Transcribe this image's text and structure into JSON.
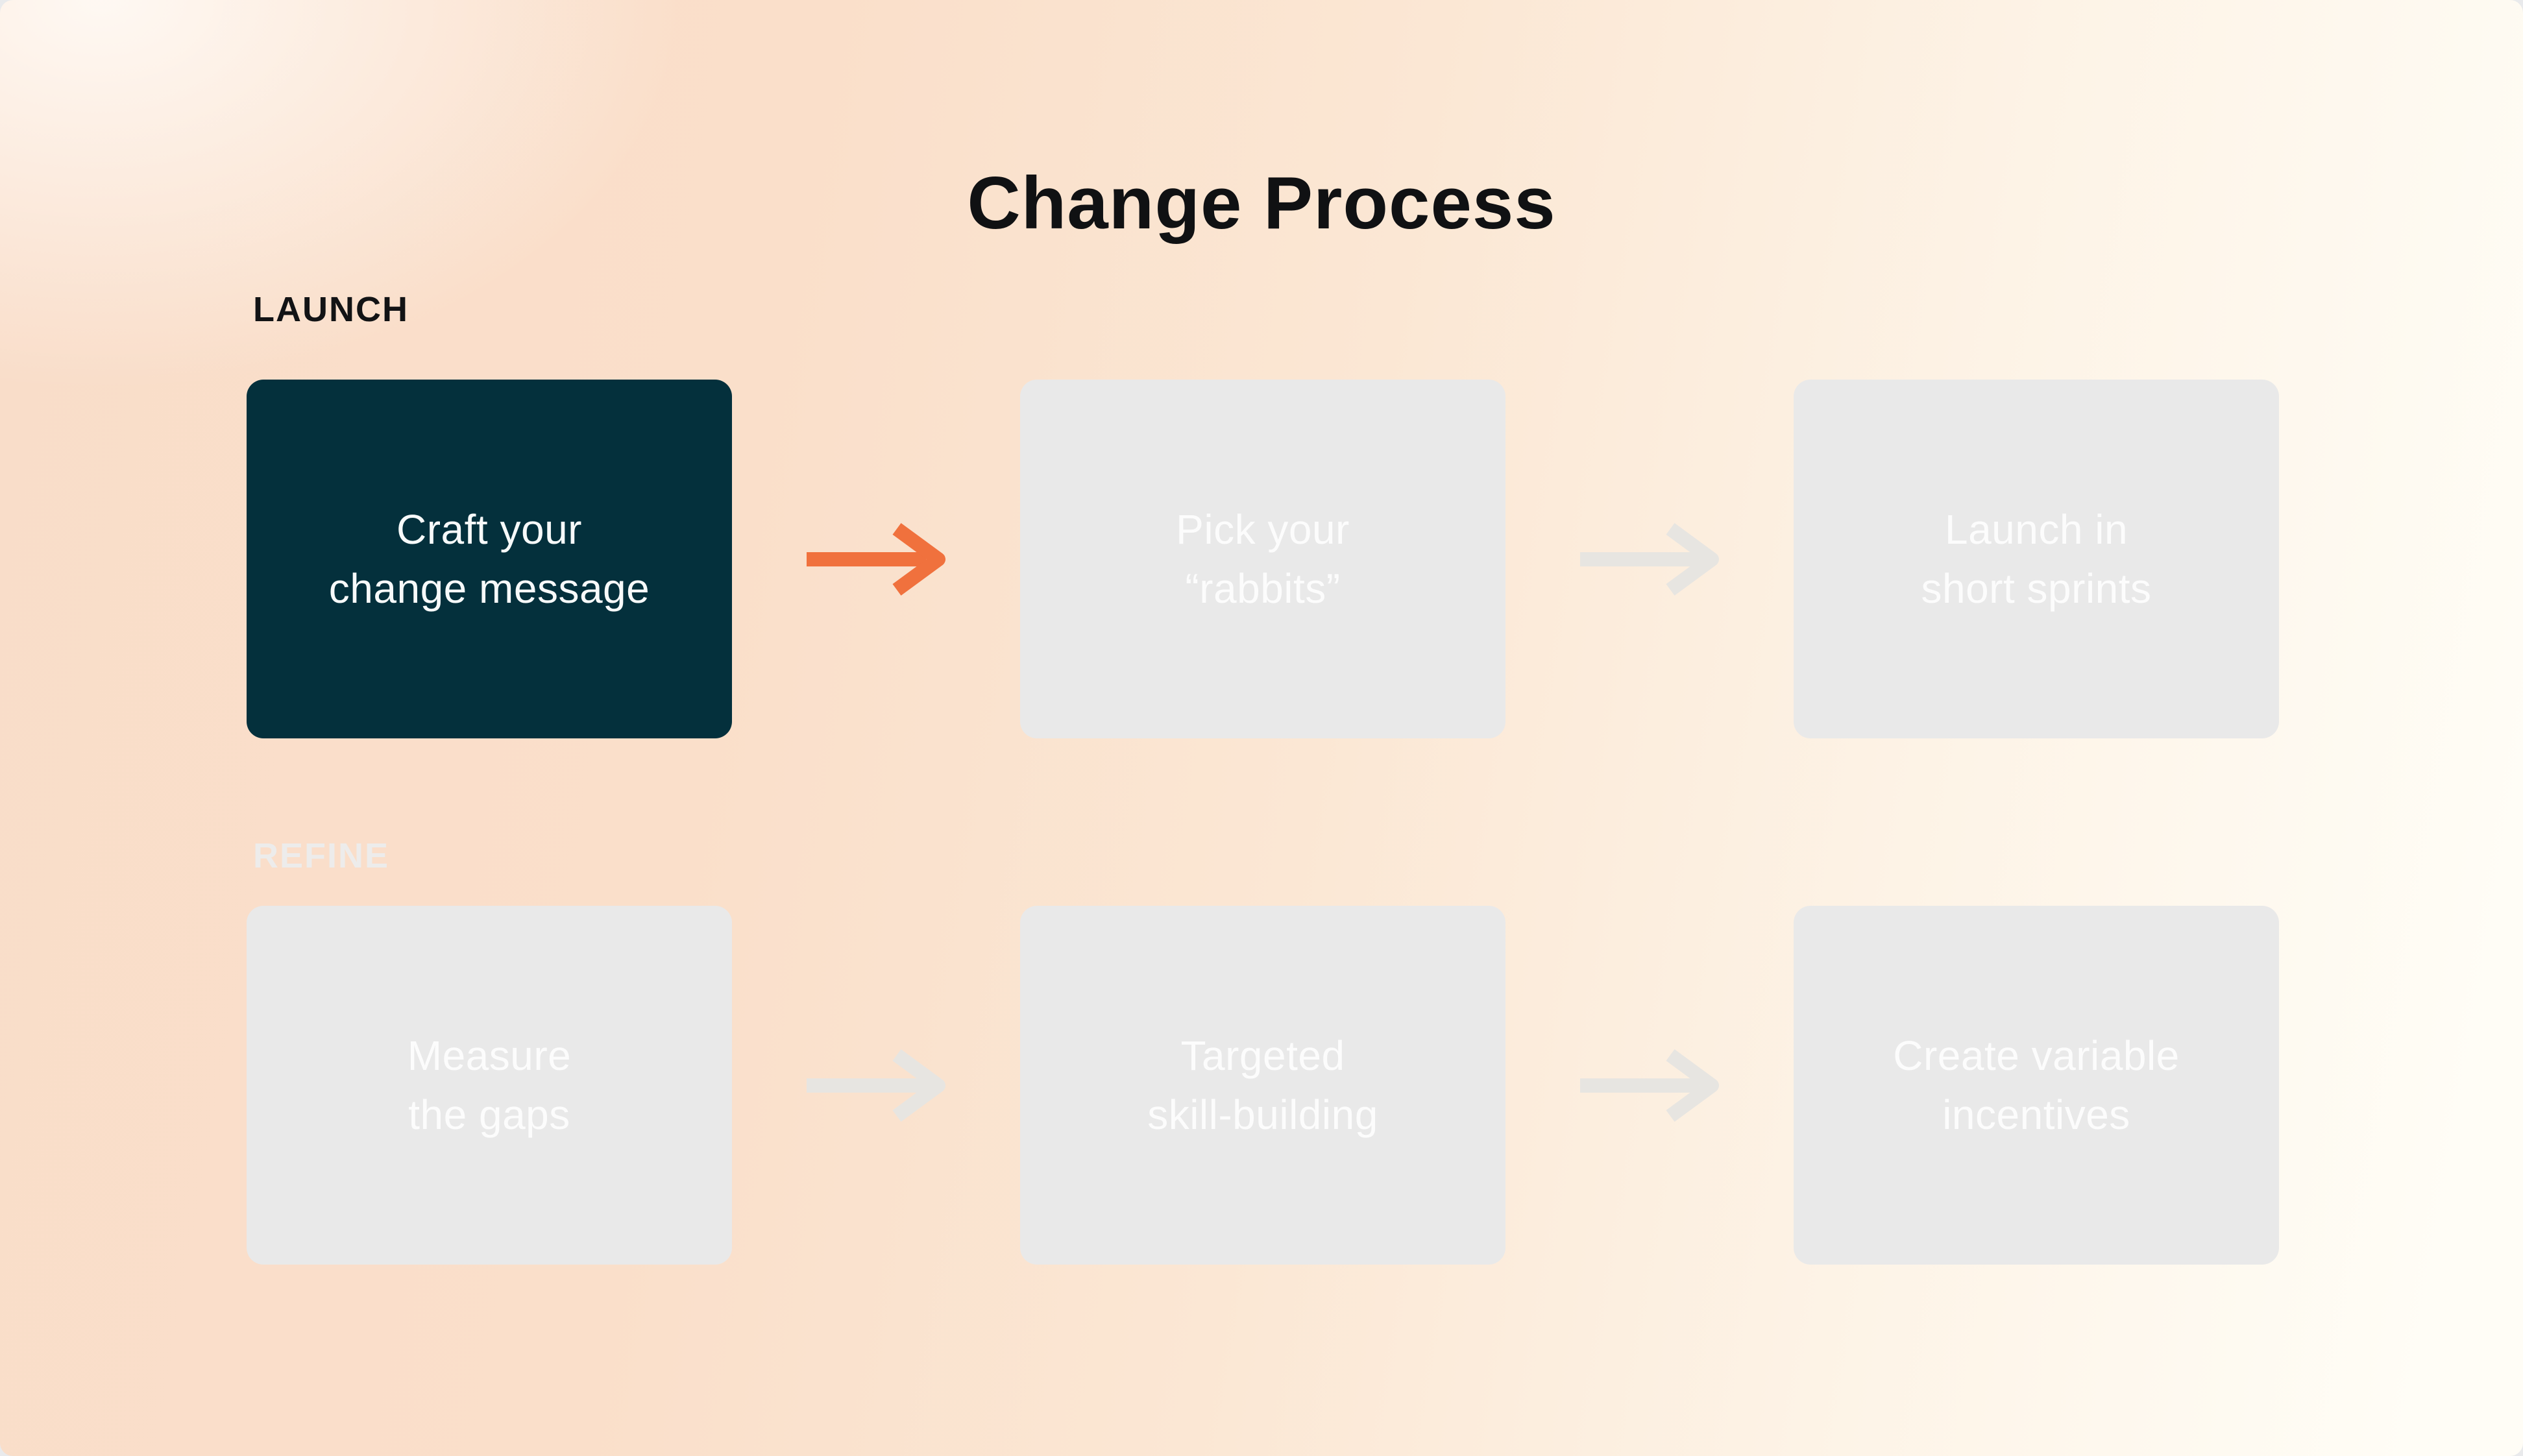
{
  "title": "Change Process",
  "rows": [
    {
      "label": "LAUNCH",
      "state": "active",
      "steps": [
        {
          "line1": "Craft your",
          "line2": "change message",
          "state": "active"
        },
        {
          "line1": "Pick your",
          "line2": "“rabbits”",
          "state": "inactive"
        },
        {
          "line1": "Launch in",
          "line2": "short sprints",
          "state": "inactive"
        }
      ],
      "arrows": [
        {
          "name": "arrow-craft-to-pick",
          "state": "active"
        },
        {
          "name": "arrow-pick-to-launch",
          "state": "inactive"
        }
      ]
    },
    {
      "label": "REFINE",
      "state": "inactive",
      "steps": [
        {
          "line1": "Measure",
          "line2": "the gaps",
          "state": "inactive"
        },
        {
          "line1": "Targeted",
          "line2": "skill-building",
          "state": "inactive"
        },
        {
          "line1": "Create variable",
          "line2": "incentives",
          "state": "inactive"
        }
      ],
      "arrows": [
        {
          "name": "arrow-measure-to-targeted",
          "state": "inactive"
        },
        {
          "name": "arrow-targeted-to-create",
          "state": "inactive"
        }
      ]
    }
  ],
  "colors": {
    "active_box": "#04303c",
    "inactive_box": "#e9e9e9",
    "active_arrow": "#f0713d",
    "inactive_arrow": "#e7e5e1",
    "title_text": "#101113",
    "active_label_text": "#121315",
    "inactive_label_text": "#edeceb",
    "active_box_text": "#f7fafa",
    "inactive_box_text": "#fcfcfc",
    "background_peach": "#fadfca",
    "background_cream": "#fffdf6"
  }
}
